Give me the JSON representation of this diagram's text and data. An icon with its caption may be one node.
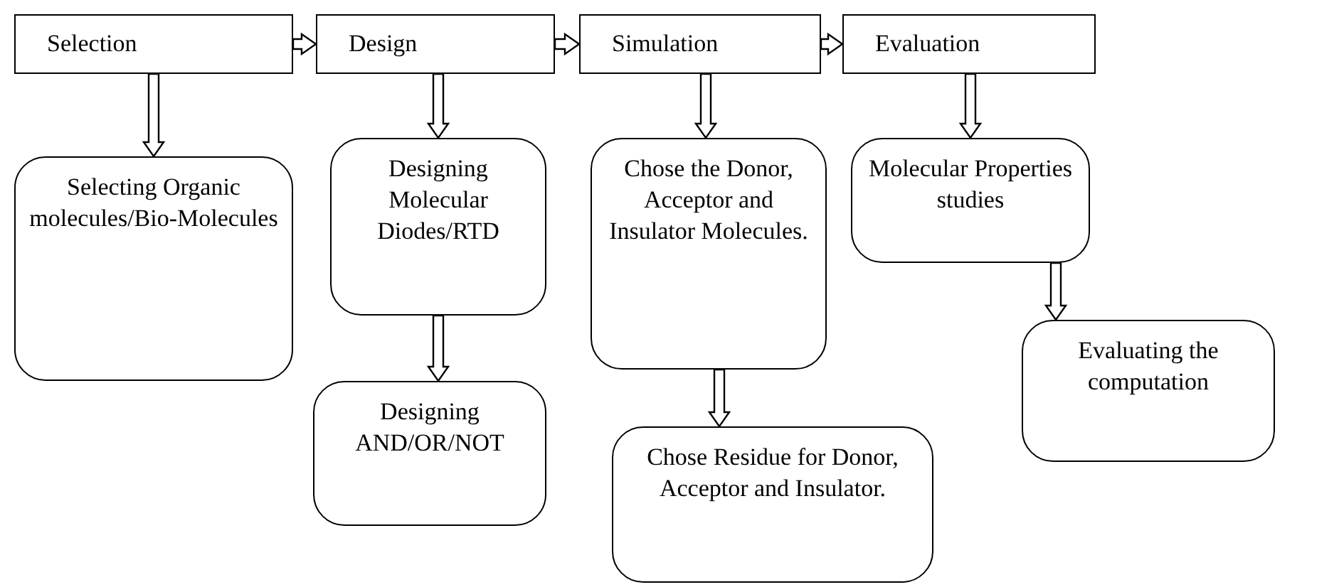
{
  "diagram": {
    "nodes": [
      {
        "text": [
          "Selection"
        ]
      },
      {
        "text": [
          "Design"
        ]
      },
      {
        "text": [
          "Simulation"
        ]
      },
      {
        "text": [
          "Evaluation"
        ]
      },
      {
        "text": [
          "Selecting Organic molecules/Bio-Molecules"
        ]
      },
      {
        "text": [
          "Designing Molecular Diodes/RTD"
        ]
      },
      {
        "text": [
          "Designing AND/OR/NOT"
        ]
      },
      {
        "text": [
          "Chose the Donor, Acceptor and Insulator Molecules."
        ]
      },
      {
        "text": [
          "Chose Residue for Donor, Acceptor and Insulator."
        ]
      },
      {
        "text": [
          "Molecular Properties studies"
        ]
      },
      {
        "text": [
          "Evaluating the computation"
        ]
      }
    ],
    "edges": [
      {
        "from": 0,
        "to": 1,
        "arrow": "to"
      },
      {
        "from": 1,
        "to": 2,
        "arrow": "to"
      },
      {
        "from": 2,
        "to": 3,
        "arrow": "to"
      },
      {
        "from": 0,
        "to": 4,
        "arrow": "to"
      },
      {
        "from": 1,
        "to": 5,
        "arrow": "to"
      },
      {
        "from": 5,
        "to": 6,
        "arrow": "to"
      },
      {
        "from": 2,
        "to": 7,
        "arrow": "to"
      },
      {
        "from": 7,
        "to": 8,
        "arrow": "to"
      },
      {
        "from": 3,
        "to": 9,
        "arrow": "to"
      },
      {
        "from": 9,
        "to": 10,
        "arrow": "to"
      }
    ]
  }
}
